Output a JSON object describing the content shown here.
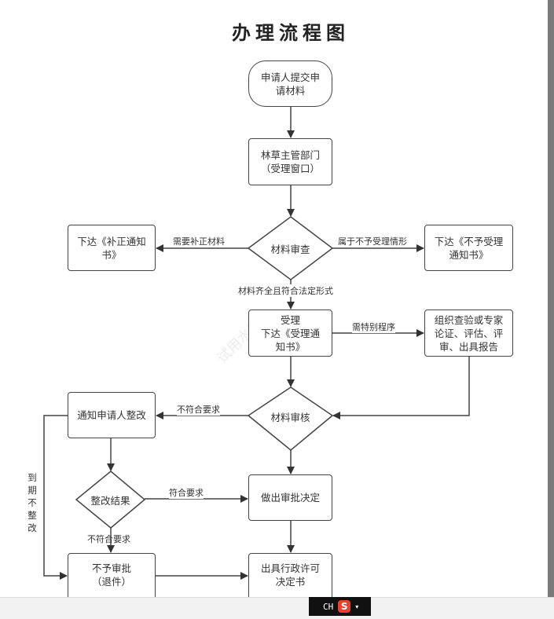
{
  "title": "办理流程图",
  "nodes": {
    "start": "申请人提交申\n请材料",
    "forestry_dept": "林草主管部门\n（受理窗口）",
    "material_review": "材料审查",
    "correction_notice": "下达《补正通知\n书》",
    "reject_notice": "下达《不予受理\n通知书》",
    "accept": "受理\n下达《受理通\n知书》",
    "expert_review": "组织查验或专家\n论证、评估、评\n审、出具报告",
    "material_audit": "材料审核",
    "notify_rectify": "通知申请人整改",
    "rectify_result": "整改结果",
    "make_decision": "做出审批决定",
    "deny": "不予审批\n（退件）",
    "issue_license": "出具行政许可\n决定书"
  },
  "edge_labels": {
    "need_correction": "需要补正材料",
    "not_acceptable": "属于不予受理情形",
    "complete": "材料齐全且符合法定形式",
    "special_procedure": "需特别程序",
    "not_meet": "不符合要求",
    "meet": "符合要求",
    "not_meet_2": "不符合要求",
    "expired": "到期不整改"
  },
  "watermark": "试用水印",
  "taskbar": {
    "ime_label": "CH",
    "ime_logo": "S"
  }
}
